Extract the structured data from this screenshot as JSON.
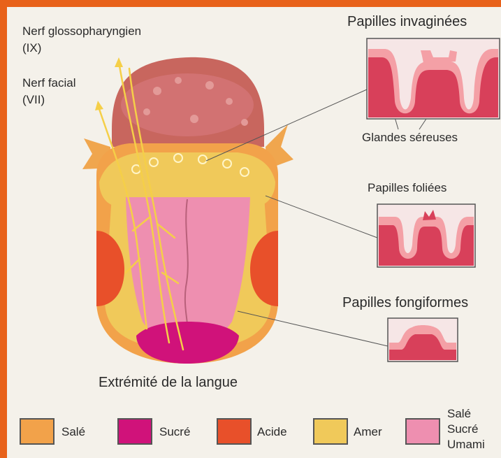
{
  "labels": {
    "nerve_glosso_line1": "Nerf glossopharyngien",
    "nerve_glosso_line2": "(IX)",
    "nerve_facial_line1": "Nerf facial",
    "nerve_facial_line2": "(VII)",
    "tongue_tip": "Extrémité de la langue",
    "vallate": "Papilles invaginées",
    "serous": "Glandes séreuses",
    "foliate": "Papilles foliées",
    "fungiform": "Papilles fongiformes"
  },
  "legend": [
    {
      "label": "Salé",
      "color": "#f2a24a"
    },
    {
      "label": "Sucré",
      "color": "#d0127a"
    },
    {
      "label": "Acide",
      "color": "#e8502a"
    },
    {
      "label": "Amer",
      "color": "#f0c95a"
    },
    {
      "label_lines": [
        "Salé",
        "Sucré",
        "Umami"
      ],
      "color": "#ee8fb0"
    }
  ],
  "colors": {
    "frame": "#e8621a",
    "background": "#f4f1ea",
    "nerve": "#f2c23a",
    "tissue": "#d8405a",
    "tissue_surface": "#f4a0a6"
  }
}
